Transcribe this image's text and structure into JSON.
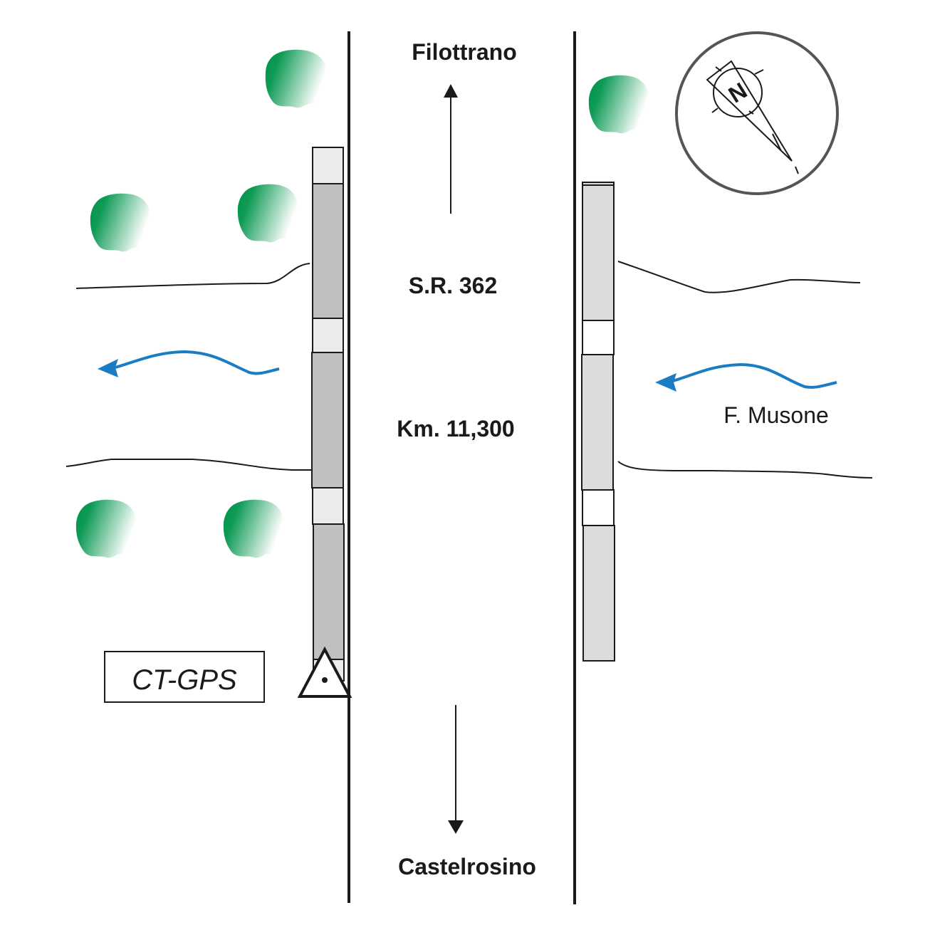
{
  "map": {
    "road_name": "S.R. 362",
    "kilometer": "Km. 11,300",
    "north_destination": "Filottrano",
    "south_destination": "Castelrosino",
    "river_label": "F. Musone",
    "station_label": "CT-GPS",
    "compass_letter": "N"
  },
  "colors": {
    "tree_dark": "#00924a",
    "tree_light": "#ffffff",
    "river": "#1a7dc4",
    "barrier_dark": "#c0c0c0",
    "barrier_light": "#ebebeb",
    "barrier_right": "#dcdcdc",
    "line": "#1a1a1a",
    "compass_ring": "#555555"
  }
}
